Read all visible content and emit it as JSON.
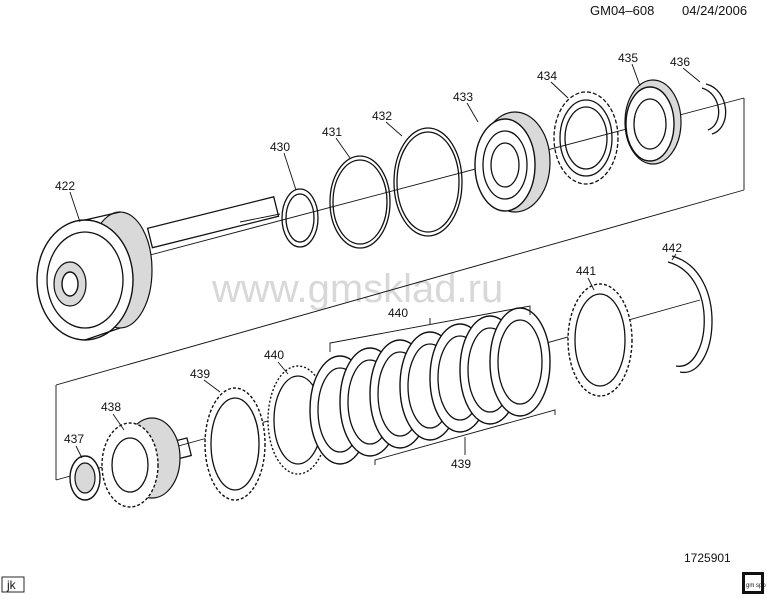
{
  "header": {
    "ref": "GM04–608",
    "date": "04/24/2006"
  },
  "watermark": "www.gmsklad.ru",
  "footer": {
    "number": "1725901",
    "corner_tag": "jk",
    "logo_text": "gm spo"
  },
  "callouts": {
    "p422": "422",
    "p430": "430",
    "p431": "431",
    "p432": "432",
    "p433": "433",
    "p434": "434",
    "p435": "435",
    "p436": "436",
    "p437": "437",
    "p438": "438",
    "p439a": "439",
    "p439b": "439",
    "p440a": "440",
    "p440b": "440",
    "p441": "441",
    "p442": "442"
  },
  "colors": {
    "line": "#111111",
    "watermark": "#d8d8d8",
    "fill_grey": "#d9d9d9"
  }
}
